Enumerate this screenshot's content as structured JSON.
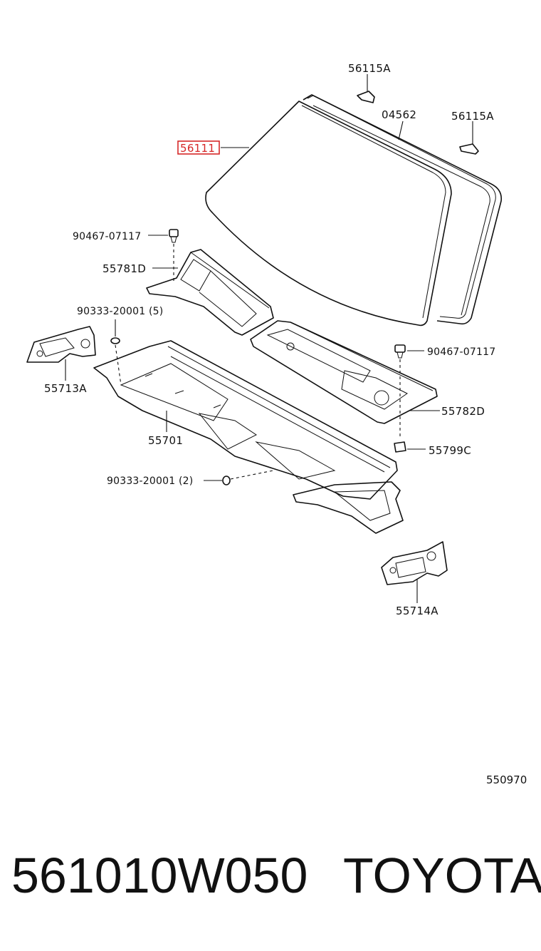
{
  "labels": {
    "clip_top": "56115A",
    "clip_right": "56115A",
    "molding": "04562",
    "windshield": "56111",
    "bolt_upper": "90467-07117",
    "cowl_left": "55781D",
    "plug_5": "90333-20001 (5)",
    "bracket_left": "55713A",
    "cowl_panel": "55701",
    "plug_2": "90333-20001 (2)",
    "bolt_right": "90467-07117",
    "cowl_right": "55782D",
    "clip_lower": "55799C",
    "bracket_right": "55714A",
    "diagram_code": "550970"
  },
  "footer": {
    "part_number": "561010W050",
    "brand": "TOYOTA"
  },
  "colors": {
    "highlight": "#d62828"
  }
}
